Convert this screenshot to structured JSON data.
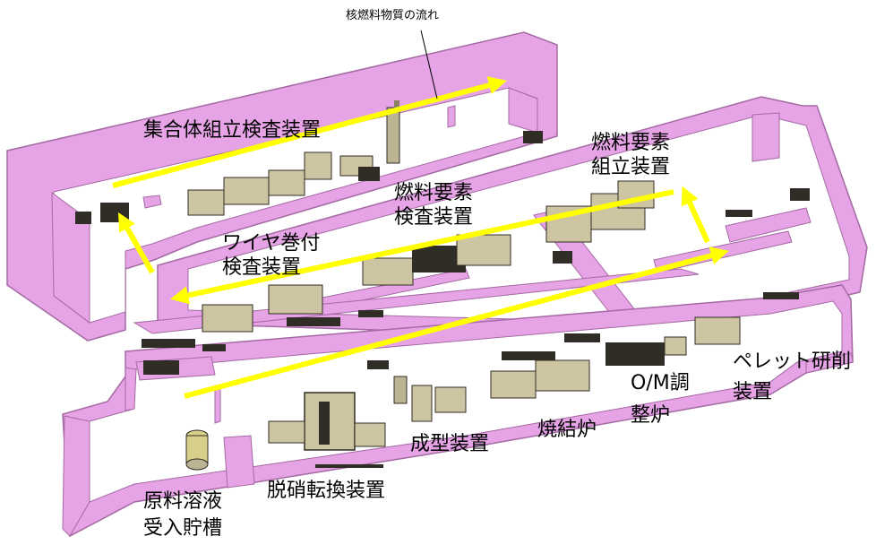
{
  "colors": {
    "building": "#e6a3e6",
    "building_edge": "#a36aa3",
    "floor": "#ffffff",
    "equipment": "#cdc4a2",
    "equipment_dark": "#2f2d25",
    "arrow": "#ffff00"
  },
  "legend": {
    "label": "核燃料物質の流れ"
  },
  "labels": {
    "assembly_inspection": "集合体組立検査装置",
    "rod_inspection": [
      "燃料要素",
      "検査装置"
    ],
    "rod_assembly": [
      "燃料要素",
      "組立装置"
    ],
    "wire_wrap": [
      "ワイヤ巻付",
      "検査装置"
    ],
    "pellet_grinding": [
      "ペレット研削",
      "装置"
    ],
    "om_adjust": [
      "O/M調",
      "整炉"
    ],
    "sintering": "焼結炉",
    "pressing": "成型装置",
    "denitration": "脱硝転換装置",
    "feed_tank": [
      "原料溶液",
      "受入貯槽"
    ]
  }
}
